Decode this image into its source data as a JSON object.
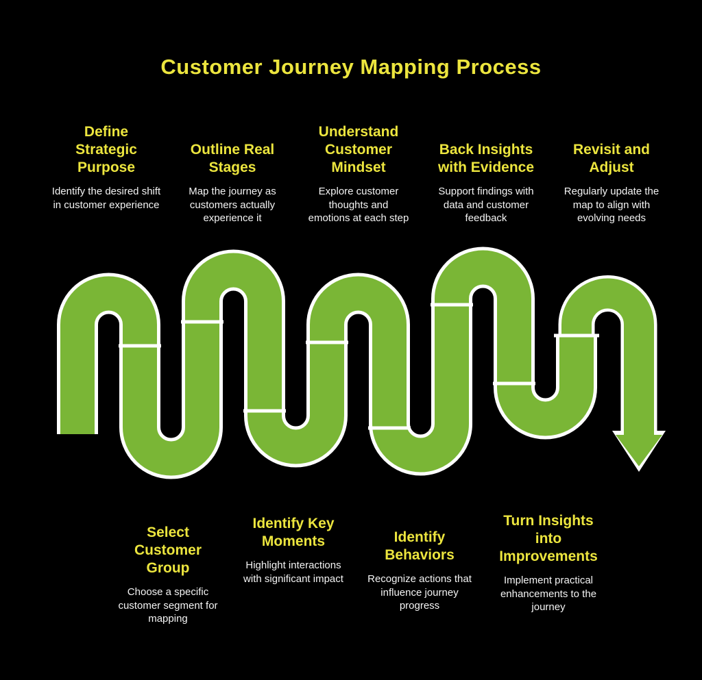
{
  "title": "Customer Journey Mapping Process",
  "colors": {
    "background": "#000000",
    "accent_yellow": "#ece53e",
    "body_text": "#f4f4f4",
    "path_green": "#7ab636",
    "path_outline": "#ffffff"
  },
  "journey_path": {
    "description": "Serpentine green road with white outline, divided into 9 segments, ending in a downward arrow",
    "segments": 9,
    "arrow_direction": "down"
  },
  "top_steps": [
    {
      "heading": "Define Strategic Purpose",
      "description": "Identify the desired shift in customer experience"
    },
    {
      "heading": "Outline Real Stages",
      "description": "Map the journey as customers actually experience it"
    },
    {
      "heading": "Understand Customer Mindset",
      "description": "Explore customer thoughts and emotions at each step"
    },
    {
      "heading": "Back Insights with Evidence",
      "description": "Support findings with data and customer feedback"
    },
    {
      "heading": "Revisit and Adjust",
      "description": "Regularly update the map to align with evolving needs"
    }
  ],
  "bottom_steps": [
    {
      "heading": "Select Customer Group",
      "description": "Choose a specific customer segment for mapping"
    },
    {
      "heading": "Identify Key Moments",
      "description": "Highlight interactions with significant impact"
    },
    {
      "heading": "Identify Behaviors",
      "description": "Recognize actions that influence journey progress"
    },
    {
      "heading": "Turn Insights into Improvements",
      "description": "Implement practical enhancements to the journey"
    }
  ]
}
